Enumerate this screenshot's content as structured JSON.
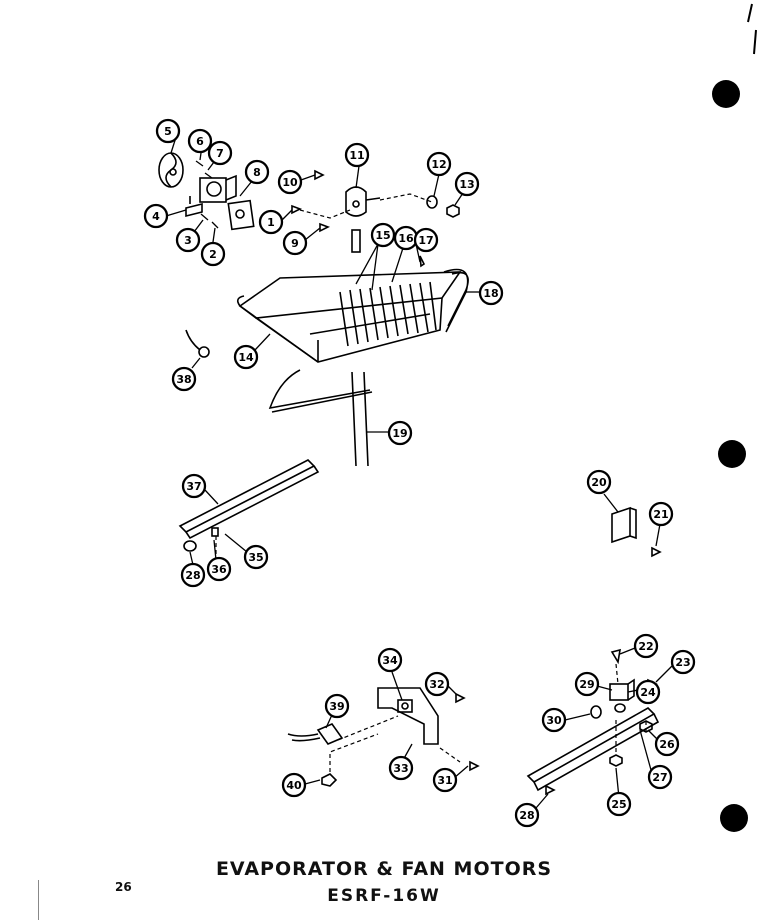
{
  "title": "EVAPORATOR & FAN MOTORS",
  "model": "ESRF-16W",
  "page_number": "26",
  "callouts": [
    {
      "label": "5"
    },
    {
      "label": "6"
    },
    {
      "label": "7"
    },
    {
      "label": "8"
    },
    {
      "label": "4"
    },
    {
      "label": "3"
    },
    {
      "label": "2"
    },
    {
      "label": "1"
    },
    {
      "label": "9"
    },
    {
      "label": "10"
    },
    {
      "label": "11"
    },
    {
      "label": "12"
    },
    {
      "label": "13"
    },
    {
      "label": "15"
    },
    {
      "label": "16"
    },
    {
      "label": "17"
    },
    {
      "label": "18"
    },
    {
      "label": "14"
    },
    {
      "label": "38"
    },
    {
      "label": "19"
    },
    {
      "label": "37"
    },
    {
      "label": "35"
    },
    {
      "label": "36"
    },
    {
      "label": "28"
    },
    {
      "label": "20"
    },
    {
      "label": "21"
    },
    {
      "label": "34"
    },
    {
      "label": "32"
    },
    {
      "label": "39"
    },
    {
      "label": "33"
    },
    {
      "label": "40"
    },
    {
      "label": "31"
    },
    {
      "label": "22"
    },
    {
      "label": "23"
    },
    {
      "label": "29"
    },
    {
      "label": "24"
    },
    {
      "label": "30"
    },
    {
      "label": "26"
    },
    {
      "label": "27"
    },
    {
      "label": "25"
    },
    {
      "label": "28"
    }
  ]
}
